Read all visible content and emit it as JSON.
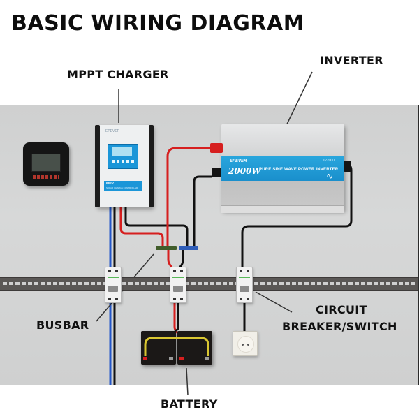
{
  "title": "BASIC WIRING DIAGRAM",
  "labels": {
    "mppt_charger": "MPPT CHARGER",
    "inverter": "INVERTER",
    "busbar": "BUSBAR",
    "circuit_breaker_line1": "CIRCUIT",
    "circuit_breaker_line2": "BREAKER/SWITCH",
    "battery": "BATTERY"
  },
  "devices": {
    "mppt": {
      "brand": "EPEVER",
      "band_title": "MPPT",
      "band_subtitle": "SOLAR CHARGE CONTROLLER"
    },
    "inverter": {
      "brand": "EPEVER",
      "wattage": "2000W",
      "model": "IP2000",
      "description": "PURE SINE WAVE POWER INVERTER",
      "wave_symbol": "∿"
    },
    "remote_display": {
      "icon": "remote-meter-icon"
    },
    "socket": {
      "icon": "power-outlet-icon"
    }
  },
  "colors": {
    "positive_wire": "#d61f1f",
    "negative_wire": "#111111",
    "pv_wire": "#2457c9",
    "battery_link": "#d9c631",
    "device_blue": "#1b96d8",
    "panel": "#d3d4d4",
    "din_rail": "#5a5755"
  }
}
